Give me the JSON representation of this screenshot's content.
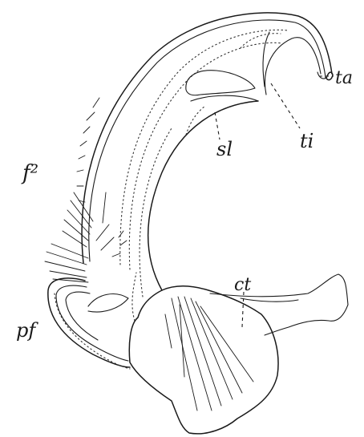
{
  "figure": {
    "labels": {
      "ta": "ta",
      "ti": "ti",
      "sl": "sl",
      "f2": "f²",
      "ct": "ct",
      "pf": "pf"
    }
  }
}
